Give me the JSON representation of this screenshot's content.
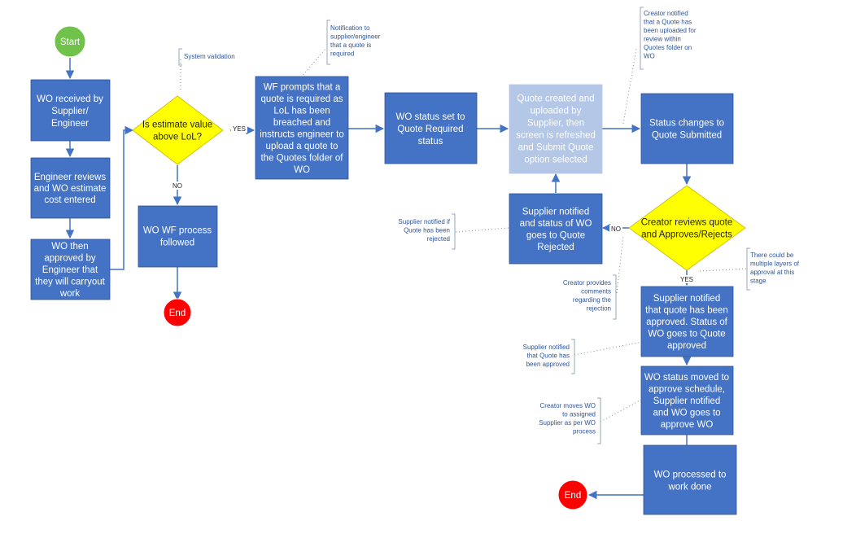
{
  "nodes": {
    "start": "Start",
    "wo_received": [
      "WO received by",
      "Supplier/",
      "Engineer"
    ],
    "engineer_reviews": [
      "Engineer reviews",
      "and WO estimate",
      "cost entered"
    ],
    "wo_approved": [
      "WO then",
      "approved by",
      "Engineer that",
      "they will carryout",
      "work"
    ],
    "decision_lol": [
      "Is estimate value",
      "above LoL?"
    ],
    "wf_process": [
      "WO WF process",
      "followed"
    ],
    "end_left": "End",
    "wf_prompts": [
      "WF prompts that a",
      "quote is required as",
      "LoL has been",
      "breached and",
      "instructs engineer to",
      "upload a quote to",
      "the Quotes folder of",
      "WO"
    ],
    "status_quote_required": [
      "WO status set to",
      "Quote Required",
      "status"
    ],
    "quote_created": [
      "Quote created and",
      "uploaded by",
      "Supplier, then",
      "screen is refreshed",
      "and Submit Quote",
      "option selected"
    ],
    "status_quote_submitted": [
      "Status changes to",
      "Quote Submitted"
    ],
    "decision_creator": [
      "Creator reviews quote",
      "and Approves/Rejects"
    ],
    "supplier_rejected": [
      "Supplier notified",
      "and status of WO",
      "goes to Quote",
      "Rejected"
    ],
    "supplier_approved": [
      "Supplier notified",
      "that quote has been",
      "approved. Status of",
      "WO goes to Quote",
      "approved"
    ],
    "wo_approve_schedule": [
      "WO status moved to",
      "approve schedule,",
      "Supplier notified",
      "and WO goes to",
      "approve WO"
    ],
    "wo_work_done": [
      "WO processed to",
      "work done"
    ],
    "end_right": "End"
  },
  "labels": {
    "yes_1": "YES",
    "no_1": "NO",
    "no_2": "NO",
    "yes_2": "YES"
  },
  "annotations": {
    "system_validation": [
      "System validation"
    ],
    "notification": [
      "Notification to",
      "supplier/engineer",
      "that a quote is",
      "required"
    ],
    "creator_notified": [
      "Creator notified",
      "that a Quote has",
      "been uploaded for",
      "review within",
      "Quotes folder on",
      "WO"
    ],
    "supplier_notified_rejected": [
      "Supplier notified if",
      "Quote has been",
      "rejected"
    ],
    "multiple_layers": [
      "There could be",
      "multiple layers of",
      "approval at this",
      "stage"
    ],
    "creator_comments": [
      "Creator provides",
      "comments",
      "regarding the",
      "rejection"
    ],
    "supplier_notified_approved": [
      "Supplier notified",
      "that Quote has",
      "been approved"
    ],
    "creator_moves": [
      "Creator moves WO",
      "to assigned",
      "Supplier as per WO",
      "process"
    ]
  },
  "colors": {
    "process": "#4472c4",
    "process_light": "#b4c7e7",
    "decision": "#ffff00",
    "start": "#70c24a",
    "end": "#ff0000",
    "arrow": "#4472c4",
    "annotation_text": "#2e5597"
  }
}
